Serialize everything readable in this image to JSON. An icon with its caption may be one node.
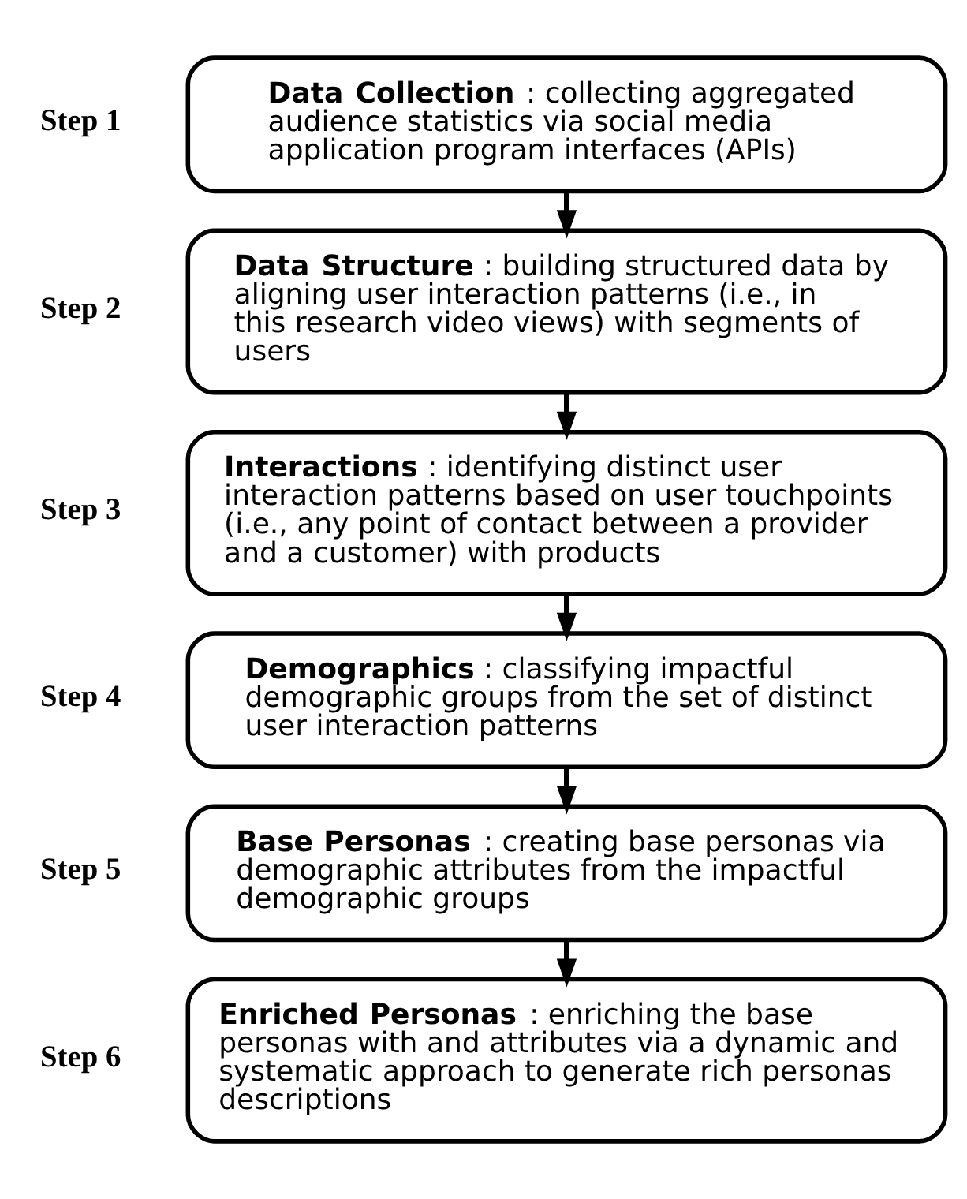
{
  "diagram": {
    "nodes": [
      {
        "text": [
          "**Data Collection**: collecting aggregated audience statistics via social media application program interfaces (APIs)"
        ],
        "beside": [
          "Step 1"
        ]
      },
      {
        "text": [
          "**Data Structure**: building structured data by aligning user interaction patterns (i.e., in this research video views) with segments of users"
        ],
        "beside": [
          "Step 2"
        ]
      },
      {
        "text": [
          "**Interactions**: identifying distinct user interaction patterns based on user touchpoints (i.e., any point of contact between a provider and a customer) with products"
        ],
        "beside": [
          "Step 3"
        ]
      },
      {
        "text": [
          "**Demographics**: classifying impactful demographic groups from the set of distinct user interaction patterns"
        ],
        "beside": [
          "Step 4"
        ]
      },
      {
        "text": [
          "**Base Personas**: creating base personas via demographic attributes from the impactful demographic groups"
        ],
        "beside": [
          "Step 5"
        ]
      },
      {
        "text": [
          "**Enriched Personas**: enriching the base personas with and attributes via a dynamic and systematic approach to generate rich personas descriptions"
        ],
        "beside": [
          "Step 6"
        ]
      }
    ],
    "edges": [
      {
        "from": 0,
        "to": 1,
        "arrow": "to"
      },
      {
        "from": 1,
        "to": 2,
        "arrow": "to"
      },
      {
        "from": 2,
        "to": 3,
        "arrow": "to"
      },
      {
        "from": 3,
        "to": 4,
        "arrow": "to"
      },
      {
        "from": 4,
        "to": 5,
        "arrow": "to"
      }
    ]
  }
}
